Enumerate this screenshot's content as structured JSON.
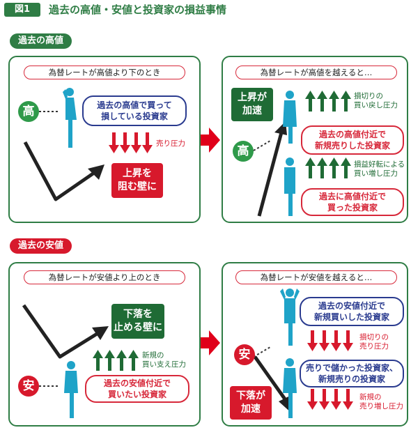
{
  "header": {
    "figure_label": "図1",
    "title": "過去の高値・安値と投資家の損益事情"
  },
  "sections": {
    "high": {
      "label": "過去の高値",
      "left": {
        "caption": "為替レートが高値より下のとき",
        "marker": "高",
        "bubble": [
          "過去の高値で買って",
          "損している投資家"
        ],
        "arrow_label": "売り圧力",
        "box": [
          "上昇を",
          "阻む壁に"
        ]
      },
      "right": {
        "caption": "為替レートが高値を越えると…",
        "marker": "高",
        "box": [
          "上昇が",
          "加速"
        ],
        "label1": [
          "損切りの",
          "買い戻し圧力"
        ],
        "bubble1": [
          "過去の高値付近で",
          "新規売りした投資家"
        ],
        "label2": [
          "損益好転による",
          "買い増し圧力"
        ],
        "bubble2": [
          "過去に高値付近で",
          "買った投資家"
        ]
      }
    },
    "low": {
      "label": "過去の安値",
      "left": {
        "caption": "為替レートが安値より上のとき",
        "marker": "安",
        "box": [
          "下落を",
          "止める壁に"
        ],
        "arrow_label": [
          "新規の",
          "買い支え圧力"
        ],
        "bubble": [
          "過去の安値付近で",
          "買いたい投資家"
        ]
      },
      "right": {
        "caption": "為替レートが安値を越えると…",
        "marker": "安",
        "box": [
          "下落が",
          "加速"
        ],
        "bubble1": [
          "過去の安値付近で",
          "新規買いした投資家"
        ],
        "label1": [
          "損切りの",
          "売り圧力"
        ],
        "bubble2": [
          "売りで儲かった投資家、",
          "新規売りの投資家"
        ],
        "label2": [
          "新規の",
          "売り増し圧力"
        ]
      }
    }
  },
  "colors": {
    "green": "#2f7d45",
    "dark_green": "#1f6b35",
    "red": "#d7192c",
    "navy": "#2a3b8f",
    "figure": "#1fa3c8"
  }
}
